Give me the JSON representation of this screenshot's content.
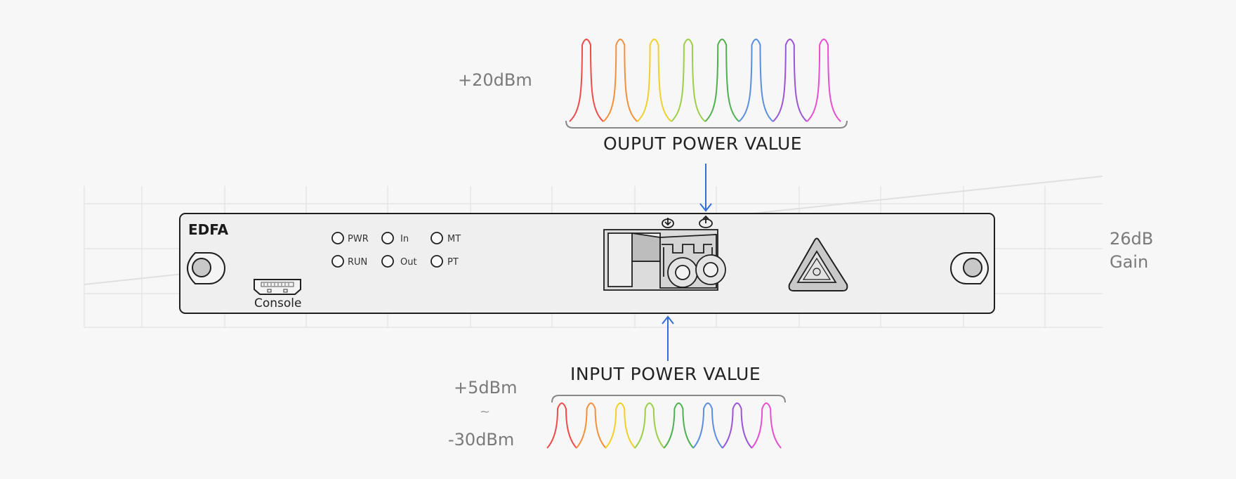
{
  "output": {
    "level": "+20dBm",
    "title": "OUPUT POWER VALUE"
  },
  "input": {
    "title": "INPUT POWER VALUE",
    "level_high": "+5dBm",
    "separator": "~",
    "level_low": "-30dBm"
  },
  "gain": {
    "value": "26dB",
    "label": "Gain"
  },
  "device": {
    "name": "EDFA",
    "console_label": "Console",
    "leds": [
      "PWR",
      "In",
      "MT",
      "RUN",
      "Out",
      "PT"
    ]
  },
  "spectrum_colors": [
    "#ef4b4b",
    "#f5903a",
    "#f2cf2a",
    "#9bd048",
    "#4fb04f",
    "#5a8fe0",
    "#9b55d6",
    "#e64fd1"
  ],
  "arrow_color": "#2f6fd6"
}
